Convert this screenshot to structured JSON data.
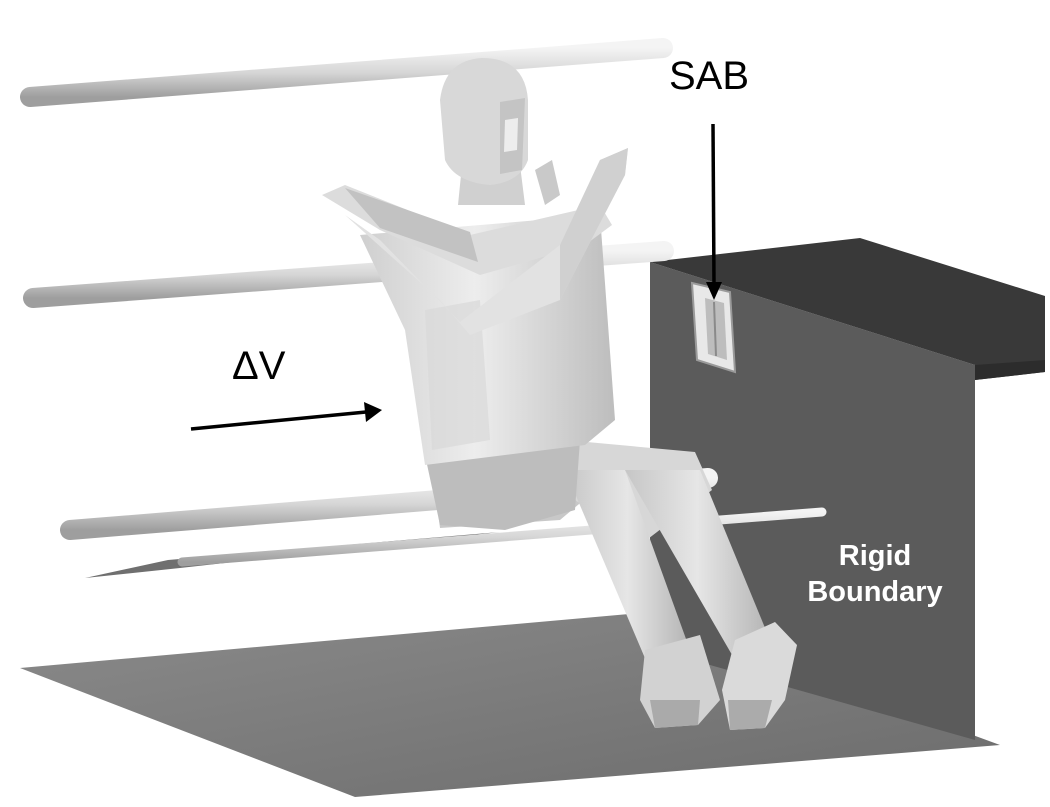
{
  "labels": {
    "sab": "SAB",
    "delta_v": "ΔV",
    "rigid_boundary_line1": "Rigid",
    "rigid_boundary_line2": "Boundary"
  },
  "colors": {
    "background": "#ffffff",
    "boundary_front": "#595959",
    "boundary_top": "#3a3a3a",
    "floor": "#7a7a7a",
    "dummy_light": "#e4e4e4",
    "dummy_shade": "#b9b9b9",
    "rods": "#d8d8d8",
    "arrow": "#000000"
  }
}
